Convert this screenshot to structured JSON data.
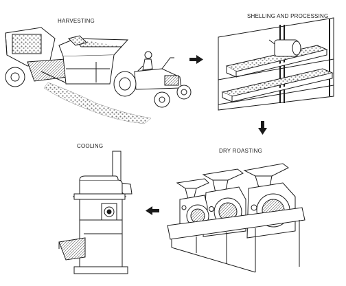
{
  "steps": {
    "harvesting": "HARVESTING",
    "shelling": "SHELLING AND PROCESSING",
    "roasting": "DRY ROASTING",
    "cooling": "COOLING"
  },
  "colors": {
    "line": "#1a1a1a",
    "grain": "#8a8a8a",
    "bg": "#ffffff"
  },
  "icons": [
    "arrow-right-icon",
    "arrow-down-icon",
    "arrow-left-icon"
  ]
}
